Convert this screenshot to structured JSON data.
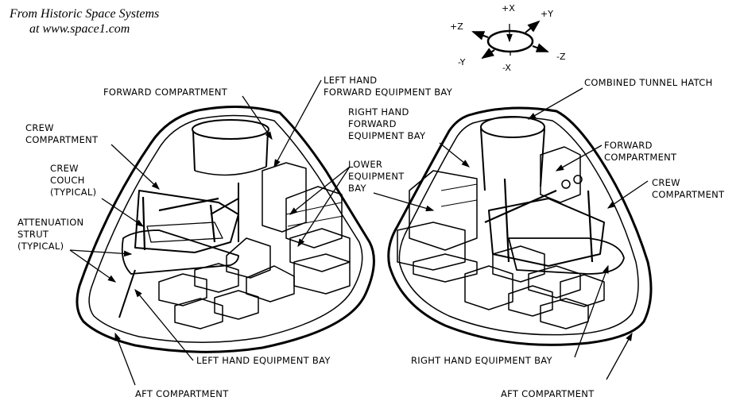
{
  "credit": {
    "line1": "From Historic Space Systems",
    "line2": "at www.space1.com"
  },
  "axes": {
    "plus_x": "+X",
    "plus_y": "+Y",
    "plus_z": "+Z",
    "minus_x": "-X",
    "minus_y": "-Y",
    "minus_z": "-Z"
  },
  "left_module": {
    "forward_compartment": "FORWARD COMPARTMENT",
    "left_hand_forward_bay": [
      "LEFT HAND",
      "FORWARD EQUIPMENT BAY"
    ],
    "crew_compartment": [
      "CREW",
      "COMPARTMENT"
    ],
    "crew_couch": [
      "CREW",
      "COUCH",
      "(TYPICAL)"
    ],
    "attenuation_strut": [
      "ATTENUATION",
      "STRUT",
      "(TYPICAL)"
    ],
    "left_hand_equipment_bay": "LEFT HAND EQUIPMENT BAY",
    "aft_compartment": "AFT COMPARTMENT"
  },
  "center": {
    "right_hand_forward_bay": [
      "RIGHT HAND",
      "FORWARD",
      "EQUIPMENT BAY"
    ],
    "lower_equipment_bay": [
      "LOWER",
      "EQUIPMENT",
      "BAY"
    ]
  },
  "right_module": {
    "combined_tunnel_hatch": "COMBINED TUNNEL HATCH",
    "forward_compartment": [
      "FORWARD",
      "COMPARTMENT"
    ],
    "crew_compartment": [
      "CREW",
      "COMPARTMENT"
    ],
    "right_hand_equipment_bay": "RIGHT HAND EQUIPMENT BAY",
    "aft_compartment": "AFT COMPARTMENT"
  }
}
